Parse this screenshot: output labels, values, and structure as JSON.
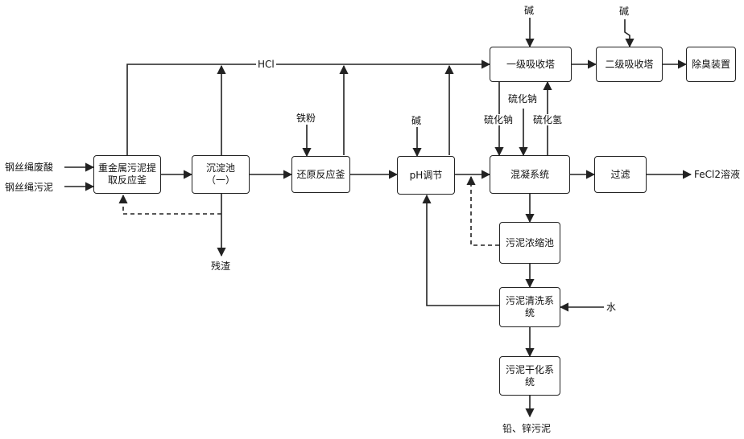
{
  "inputs": {
    "waste_acid": "钢丝绳废酸",
    "sludge": "钢丝绳污泥"
  },
  "boxes": {
    "extraction_reactor": "重金属污泥提取反应釜",
    "settling_tank_line1": "沉淀池",
    "settling_tank_line2": "（一）",
    "reduction_reactor": "还原反应釜",
    "ph_adjust": "pH调节",
    "absorber_1": "一级吸收塔",
    "absorber_2": "二级吸收塔",
    "deodorizer": "除臭装置",
    "coagulation": "混凝系统",
    "filtration": "过滤",
    "sludge_thickener": "污泥浓缩池",
    "sludge_washing": "污泥清洗系统",
    "sludge_drying": "污泥干化系统"
  },
  "labels": {
    "hcl": "HCl",
    "iron_powder": "铁粉",
    "alkali_ph": "碱",
    "alkali_absorber1": "碱",
    "alkali_absorber2": "碱",
    "na2s_1": "硫化钠",
    "na2s_2": "硫化钠",
    "h2s": "硫化氢",
    "residue": "残渣",
    "water": "水",
    "product": "FeCl2溶液",
    "final_sludge": "铅、锌污泥"
  }
}
